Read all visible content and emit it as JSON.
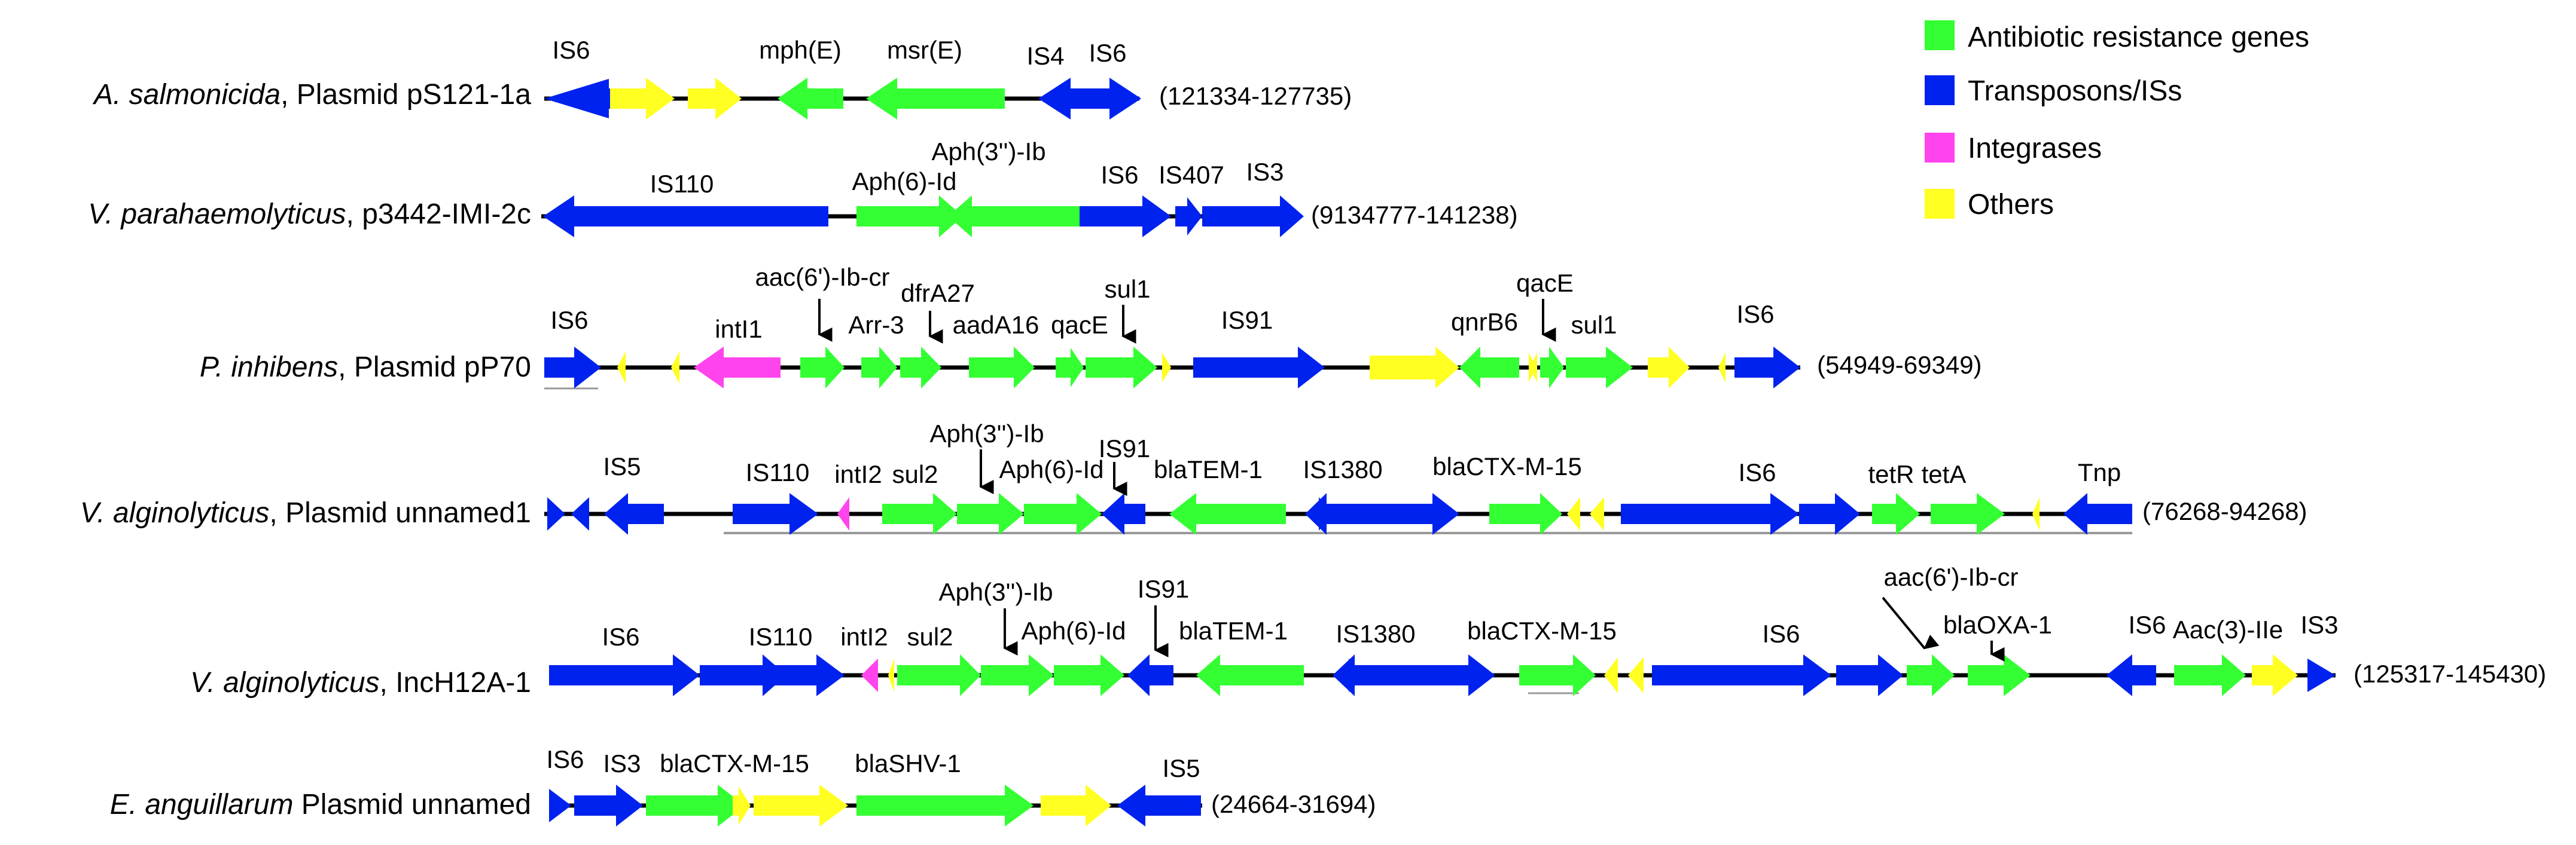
{
  "colors": {
    "resistance": "#33ff33",
    "transposon": "#0022ee",
    "integrase": "#ff44ee",
    "other": "#ffff22",
    "backbone": "#000000",
    "underline": "#999999"
  },
  "legend": [
    {
      "label": "Antibiotic resistance genes",
      "type": "resistance"
    },
    {
      "label": "Transposons/ISs",
      "type": "transposon"
    },
    {
      "label": "Integrases",
      "type": "integrase"
    },
    {
      "label": "Others",
      "type": "other"
    }
  ],
  "tracks": [
    {
      "organism": "A. salmonicida",
      "plasmid": ", Plasmid pS121-1a",
      "range": "(121334-127735)",
      "labels": [
        "IS6",
        "mph(E)",
        "msr(E)",
        "IS4",
        "IS6"
      ]
    },
    {
      "organism": "V. parahaemolyticus",
      "plasmid": ", p3442-IMI-2c",
      "range": "(9134777-141238)",
      "labels": [
        "IS110",
        "Aph(6)-Id",
        "Aph(3'')-Ib",
        "IS6",
        "IS407",
        "IS3"
      ]
    },
    {
      "organism": "P. inhibens",
      "plasmid": ", Plasmid pP70",
      "range": "(54949-69349)",
      "labels": [
        "IS6",
        "intI1",
        "aac(6')-Ib-cr",
        "Arr-3",
        "dfrA27",
        "aadA16",
        "qacE",
        "sul1",
        "IS91",
        "qnrB6",
        "qacE",
        "sul1",
        "IS6"
      ]
    },
    {
      "organism": "V. alginolyticus",
      "plasmid": ", Plasmid unnamed1",
      "range": "(76268-94268)",
      "labels": [
        "IS5",
        "IS110",
        "intI2",
        "sul2",
        "Aph(3'')-Ib",
        "Aph(6)-Id",
        "IS91",
        "blaTEM-1",
        "IS1380",
        "blaCTX-M-15",
        "IS6",
        "tetR",
        "tetA",
        "Tnp"
      ]
    },
    {
      "organism": "V. alginolyticus",
      "plasmid": ", IncH12A-1",
      "range": "(125317-145430)",
      "labels": [
        "IS6",
        "IS110",
        "intI2",
        "sul2",
        "Aph(3'')-Ib",
        "Aph(6)-Id",
        "IS91",
        "blaTEM-1",
        "IS1380",
        "blaCTX-M-15",
        "IS6",
        "aac(6')-Ib-cr",
        "blaOXA-1",
        "IS6",
        "Aac(3)-IIe",
        "IS3"
      ]
    },
    {
      "organism": "E. anguillarum",
      "plasmid": " Plasmid unnamed",
      "range": "(24664-31694)",
      "labels": [
        "IS6",
        "IS3",
        "blaCTX-M-15",
        "blaSHV-1",
        "IS5"
      ]
    }
  ]
}
